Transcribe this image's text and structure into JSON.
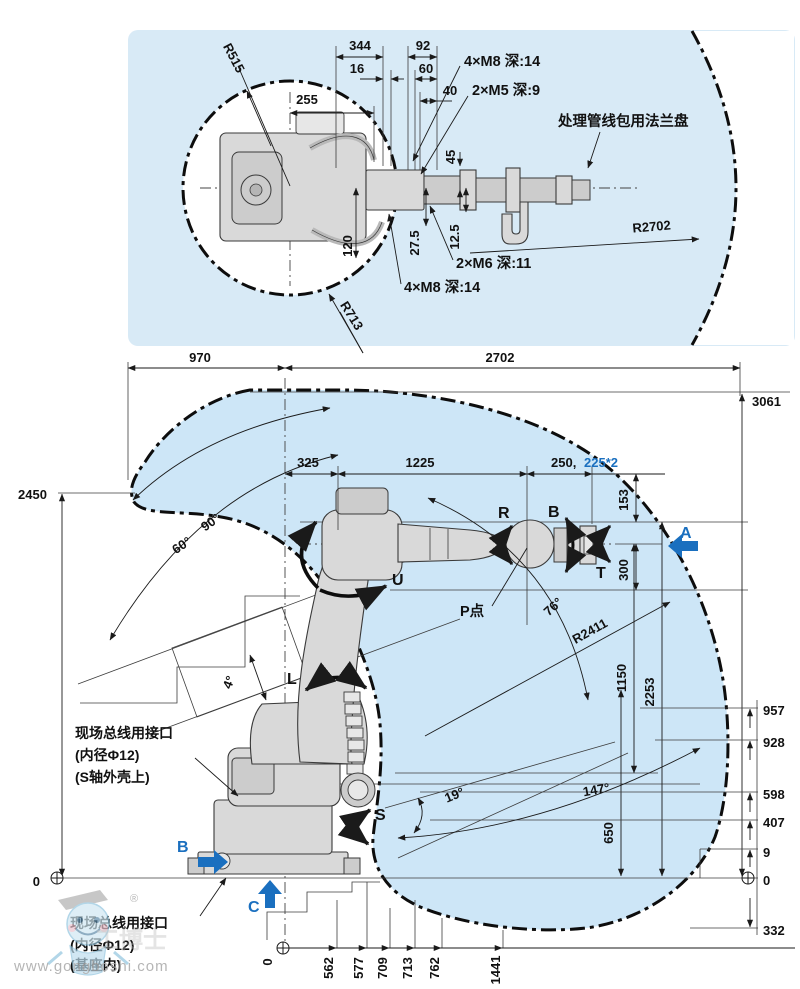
{
  "colors": {
    "panel_blue": "#d8eaf6",
    "envelope_blue": "#cde6f7",
    "accent_blue": "#1a6fbf",
    "line_black": "#1a1a1a",
    "robot_gray": "#d9d9d9",
    "watermark_gray": "#a9a9a9"
  },
  "top_view": {
    "dims": {
      "d344": "344",
      "d92": "92",
      "d16": "16",
      "d60": "60",
      "d40": "40",
      "d255": "255",
      "d45": "45",
      "d120": "120",
      "d27_5": "27.5",
      "d12_5": "12.5"
    },
    "radii": {
      "r515": "R515",
      "r713": "R713",
      "r2702": "R2702"
    },
    "labels": {
      "m8_top": "4×M8 深:14",
      "m5": "2×M5 深:9",
      "m6": "2×M6 深:11",
      "m8_bottom": "4×M8 深:14",
      "flange": "处理管线包用法兰盘"
    }
  },
  "side_view": {
    "dims_top": {
      "d970": "970",
      "d2702": "2702",
      "d3061": "3061",
      "d2450": "2450",
      "d325": "325",
      "d1225": "1225",
      "d250": "250,",
      "d225": "225*2",
      "d153": "153",
      "d300": "300"
    },
    "dims_right": {
      "d1150": "1150",
      "d2253": "2253",
      "d957": "957",
      "d928": "928",
      "d598": "598",
      "d407": "407",
      "d9": "9",
      "d0": "0",
      "d332": "332",
      "d650": "650"
    },
    "dims_bottom": {
      "d0": "0",
      "d562": "562",
      "d577": "577",
      "d709": "709",
      "d713": "713",
      "d762": "762",
      "d1441": "1441"
    },
    "angles": {
      "a90": "90°",
      "a60": "60°",
      "a4": "4°",
      "a76": "76°",
      "a147": "147°",
      "a19": "19°"
    },
    "radius_r2411": "R2411",
    "axes": {
      "s": "S",
      "l": "L",
      "u": "U",
      "r": "R",
      "b": "B",
      "t": "T"
    },
    "views": {
      "a": "A",
      "b": "B",
      "c": "C"
    },
    "labels": {
      "p_point": "P点",
      "fieldbus_s": [
        "现场总线用接口",
        "(内径Φ12)",
        "(S轴外壳上)"
      ],
      "fieldbus_base": [
        "现场总线用接口",
        "(内径Φ12)",
        "(基座内)"
      ]
    },
    "origin_left": "0"
  },
  "watermark": {
    "url": "www.gongboshi.com",
    "reg": "®"
  }
}
